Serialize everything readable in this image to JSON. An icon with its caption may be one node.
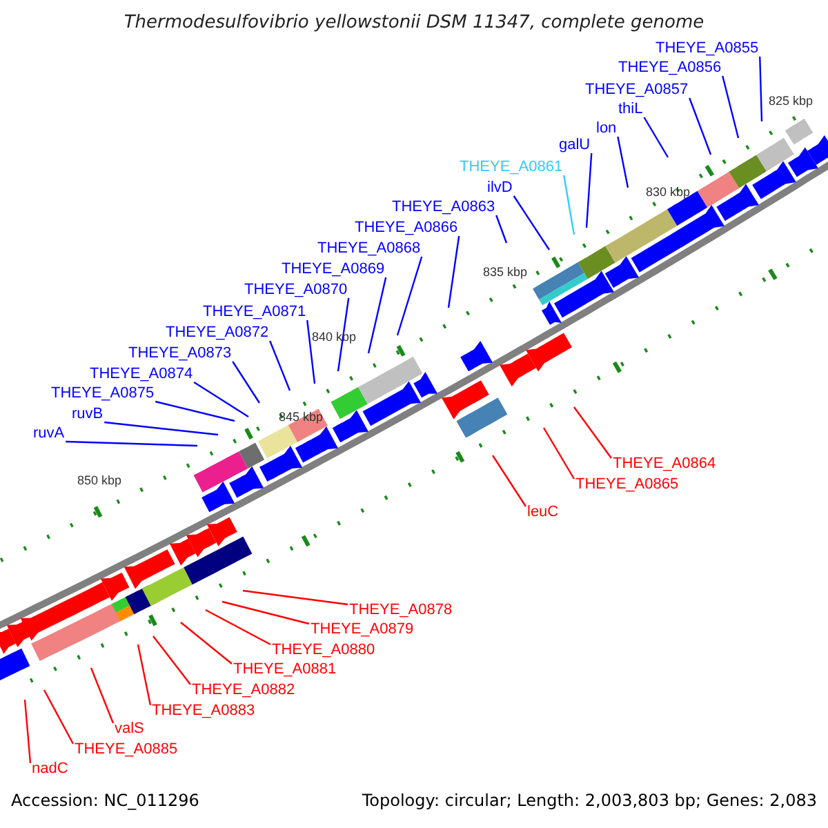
{
  "diagram": {
    "title": "Thermodesulfovibrio yellowstonii DSM 11347, complete genome",
    "nodes": [
      {
        "text": [
          "THEYE_A0855"
        ]
      },
      {
        "text": [
          "THEYE_A0856"
        ]
      },
      {
        "text": [
          "THEYE_A0857"
        ]
      },
      {
        "text": [
          "thiL"
        ]
      },
      {
        "text": [
          "lon"
        ]
      },
      {
        "text": [
          "galU"
        ]
      },
      {
        "text": [
          "THEYE_A0861"
        ]
      },
      {
        "text": [
          "ilvD"
        ]
      },
      {
        "text": [
          "THEYE_A0863"
        ]
      },
      {
        "text": [
          "THEYE_A0866"
        ]
      },
      {
        "text": [
          "THEYE_A0868"
        ]
      },
      {
        "text": [
          "THEYE_A0869"
        ]
      },
      {
        "text": [
          "THEYE_A0870"
        ]
      },
      {
        "text": [
          "THEYE_A0871"
        ]
      },
      {
        "text": [
          "THEYE_A0872"
        ]
      },
      {
        "text": [
          "THEYE_A0873"
        ]
      },
      {
        "text": [
          "THEYE_A0874"
        ]
      },
      {
        "text": [
          "THEYE_A0875"
        ]
      },
      {
        "text": [
          "ruvB"
        ]
      },
      {
        "text": [
          "ruvA"
        ]
      },
      {
        "text": [
          "THEYE_A0864"
        ]
      },
      {
        "text": [
          "THEYE_A0865"
        ]
      },
      {
        "text": [
          "leuC"
        ]
      },
      {
        "text": [
          "THEYE_A0878"
        ]
      },
      {
        "text": [
          "THEYE_A0879"
        ]
      },
      {
        "text": [
          "THEYE_A0880"
        ]
      },
      {
        "text": [
          "THEYE_A0881"
        ]
      },
      {
        "text": [
          "THEYE_A0882"
        ]
      },
      {
        "text": [
          "THEYE_A0883"
        ]
      },
      {
        "text": [
          "valS"
        ]
      },
      {
        "text": [
          "THEYE_A0885"
        ]
      },
      {
        "text": [
          "nadC"
        ]
      }
    ],
    "edges": [
      {
        "from": 0,
        "to": null,
        "arrow": "none"
      },
      {
        "from": 1,
        "to": null,
        "arrow": "none"
      },
      {
        "from": 2,
        "to": null,
        "arrow": "none"
      },
      {
        "from": 3,
        "to": null,
        "arrow": "none"
      },
      {
        "from": 4,
        "to": null,
        "arrow": "none"
      },
      {
        "from": 5,
        "to": null,
        "arrow": "none"
      },
      {
        "from": 6,
        "to": null,
        "arrow": "none",
        "color": "#33ccff"
      },
      {
        "from": 7,
        "to": null,
        "arrow": "none"
      },
      {
        "from": 8,
        "to": null,
        "arrow": "none"
      },
      {
        "from": 9,
        "to": null,
        "arrow": "none"
      },
      {
        "from": 10,
        "to": null,
        "arrow": "none"
      },
      {
        "from": 11,
        "to": null,
        "arrow": "none"
      },
      {
        "from": 12,
        "to": null,
        "arrow": "none"
      },
      {
        "from": 13,
        "to": null,
        "arrow": "none"
      },
      {
        "from": 14,
        "to": null,
        "arrow": "none"
      },
      {
        "from": 15,
        "to": null,
        "arrow": "none"
      },
      {
        "from": 16,
        "to": null,
        "arrow": "none"
      },
      {
        "from": 17,
        "to": null,
        "arrow": "none"
      },
      {
        "from": 18,
        "to": null,
        "arrow": "none"
      },
      {
        "from": 19,
        "to": null,
        "arrow": "none"
      },
      {
        "from": 20,
        "to": null,
        "arrow": "none",
        "color": "#ff0000"
      },
      {
        "from": 21,
        "to": null,
        "arrow": "none",
        "color": "#ff0000"
      },
      {
        "from": 22,
        "to": null,
        "arrow": "none",
        "color": "#ff0000"
      },
      {
        "from": 23,
        "to": null,
        "arrow": "none",
        "color": "#ff0000"
      },
      {
        "from": 24,
        "to": null,
        "arrow": "none",
        "color": "#ff0000"
      },
      {
        "from": 25,
        "to": null,
        "arrow": "none",
        "color": "#ff0000"
      },
      {
        "from": 26,
        "to": null,
        "arrow": "none",
        "color": "#ff0000"
      },
      {
        "from": 27,
        "to": null,
        "arrow": "none",
        "color": "#ff0000"
      },
      {
        "from": 28,
        "to": null,
        "arrow": "none",
        "color": "#ff0000"
      },
      {
        "from": 29,
        "to": null,
        "arrow": "none",
        "color": "#ff0000"
      },
      {
        "from": 30,
        "to": null,
        "arrow": "none",
        "color": "#ff0000"
      },
      {
        "from": 31,
        "to": null,
        "arrow": "none",
        "color": "#ff0000"
      }
    ],
    "labels": [
      "825 kbp",
      "830 kbp",
      "835 kbp",
      "840 kbp",
      "845 kbp",
      "850 kbp",
      "Accession: NC_011296",
      "Topology: circular; Length: 2,003,803 bp; Genes: 2,083"
    ]
  }
}
